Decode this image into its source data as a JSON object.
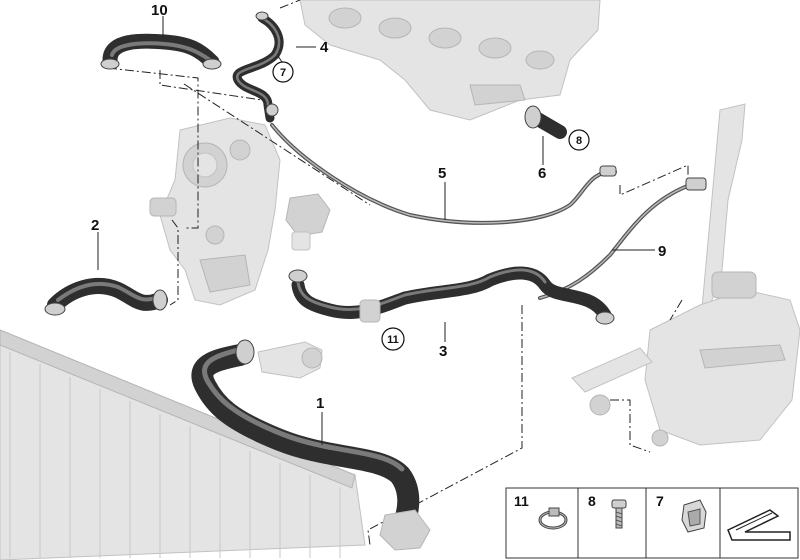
{
  "callouts": {
    "c1": "1",
    "c2": "2",
    "c3": "3",
    "c4": "4",
    "c5": "5",
    "c6": "6",
    "c9": "9",
    "c10": "10",
    "circ7": "7",
    "circ8": "8",
    "circ11": "11"
  },
  "legend": {
    "item11": "11",
    "item8": "8",
    "item7": "7"
  },
  "colors": {
    "hose": "#2e2e2e",
    "ghost_part": "#e4e4e4",
    "line": "#222222"
  }
}
